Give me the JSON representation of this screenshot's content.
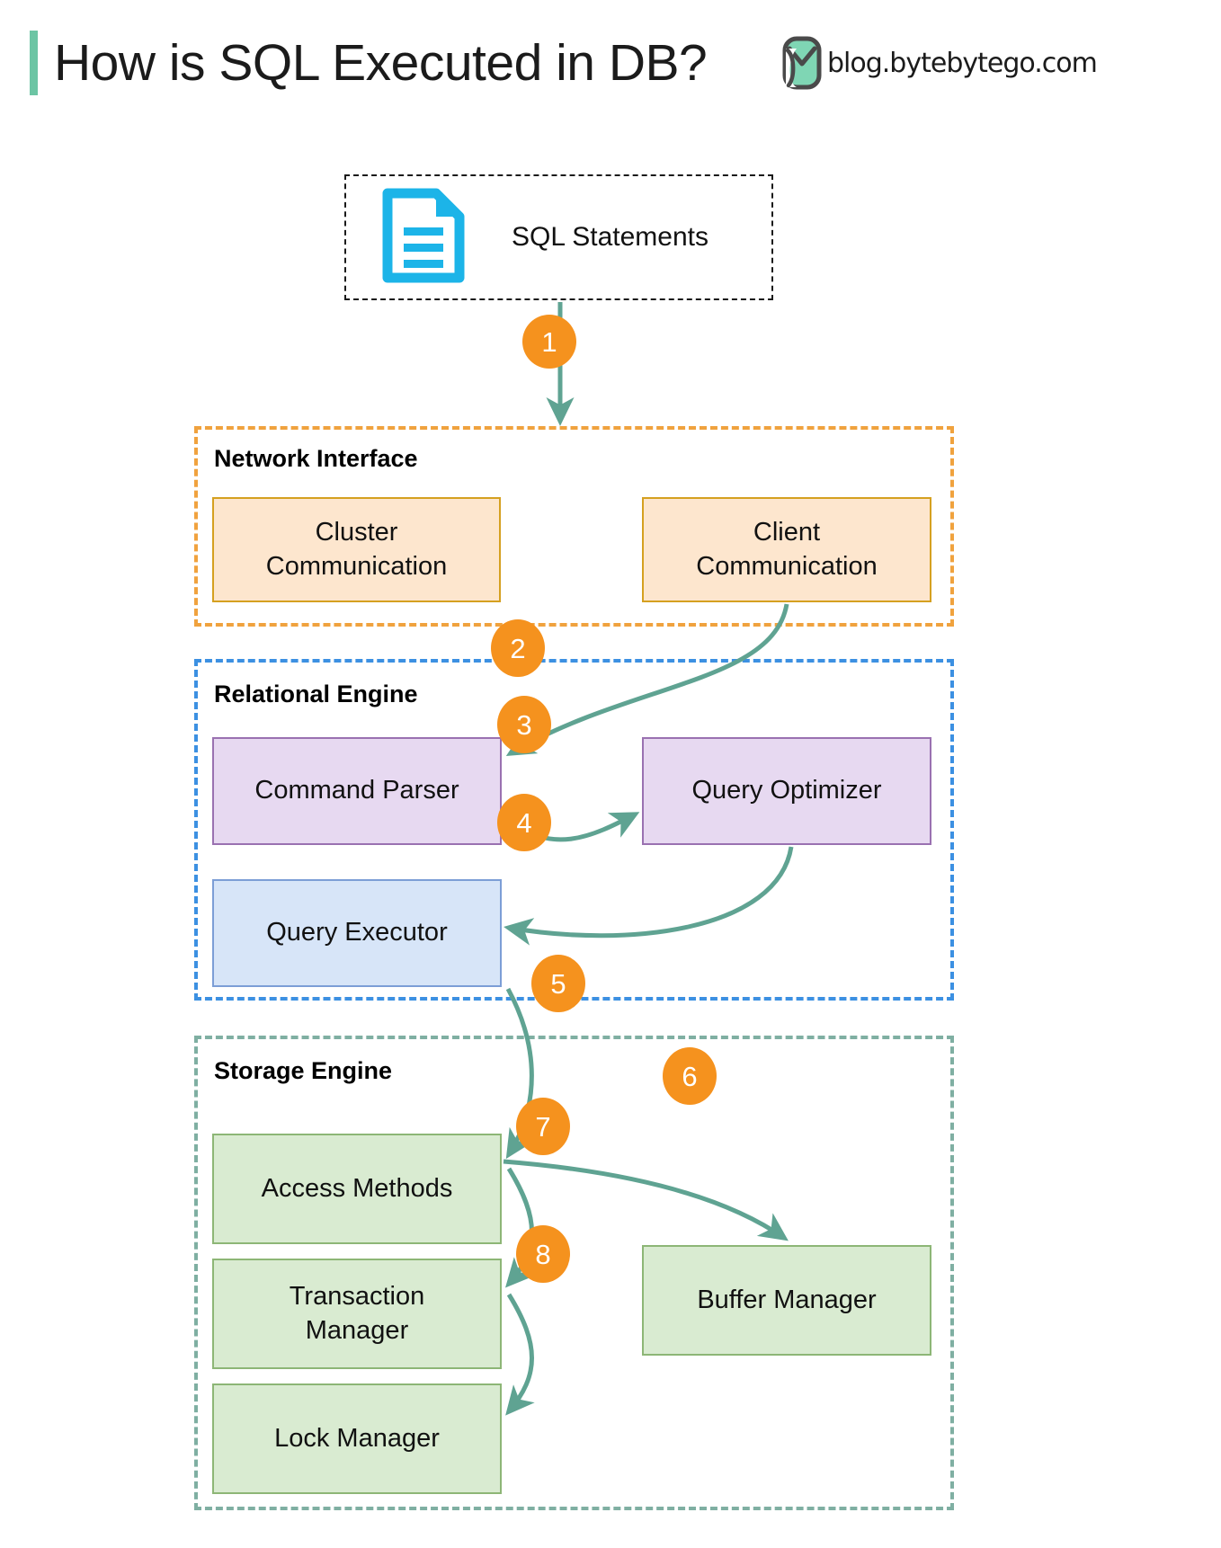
{
  "header": {
    "title": "How is SQL Executed in DB?",
    "brand_text": "blog.bytebytego.com",
    "accent_color": "#6CC5A4",
    "logo_icon": "bytebytego-logo-icon"
  },
  "source": {
    "label": "SQL Statements",
    "icon": "document-icon",
    "icon_color": "#1CB4E8"
  },
  "groups": [
    {
      "id": "network-interface",
      "label": "Network Interface",
      "border_color": "#F0A23E",
      "nodes": [
        {
          "id": "cluster-communication",
          "label": "Cluster\nCommunication",
          "fill": "#FDE6CE",
          "stroke": "#D5A020"
        },
        {
          "id": "client-communication",
          "label": "Client\nCommunication",
          "fill": "#FDE6CE",
          "stroke": "#D5A020"
        }
      ]
    },
    {
      "id": "relational-engine",
      "label": "Relational Engine",
      "border_color": "#3C90E2",
      "nodes": [
        {
          "id": "command-parser",
          "label": "Command Parser",
          "fill": "#E7D9F1",
          "stroke": "#9A71B1"
        },
        {
          "id": "query-optimizer",
          "label": "Query Optimizer",
          "fill": "#E7D9F1",
          "stroke": "#9A71B1"
        },
        {
          "id": "query-executor",
          "label": "Query Executor",
          "fill": "#D7E5F8",
          "stroke": "#7C9ED6"
        }
      ]
    },
    {
      "id": "storage-engine",
      "label": "Storage Engine",
      "border_color": "#7FAFA2",
      "nodes": [
        {
          "id": "access-methods",
          "label": "Access Methods",
          "fill": "#D9EBD1",
          "stroke": "#8DB676"
        },
        {
          "id": "transaction-manager",
          "label": "Transaction\nManager",
          "fill": "#D9EBD1",
          "stroke": "#8DB676"
        },
        {
          "id": "lock-manager",
          "label": "Lock Manager",
          "fill": "#D9EBD1",
          "stroke": "#8DB676"
        },
        {
          "id": "buffer-manager",
          "label": "Buffer Manager",
          "fill": "#D9EBD1",
          "stroke": "#8DB676"
        }
      ]
    }
  ],
  "steps": [
    {
      "number": "1",
      "from": "sql-statements",
      "to": "network-interface"
    },
    {
      "number": "2",
      "from": "client-communication",
      "to": "command-parser"
    },
    {
      "number": "3",
      "from": "command-parser",
      "to": "query-optimizer"
    },
    {
      "number": "4",
      "from": "query-optimizer",
      "to": "query-executor"
    },
    {
      "number": "5",
      "from": "query-executor",
      "to": "access-methods"
    },
    {
      "number": "6",
      "from": "access-methods",
      "to": "buffer-manager"
    },
    {
      "number": "7",
      "from": "access-methods",
      "to": "transaction-manager"
    },
    {
      "number": "8",
      "from": "transaction-manager",
      "to": "lock-manager"
    }
  ],
  "arrow_color": "#5FA392",
  "badge_color": "#F5921E"
}
